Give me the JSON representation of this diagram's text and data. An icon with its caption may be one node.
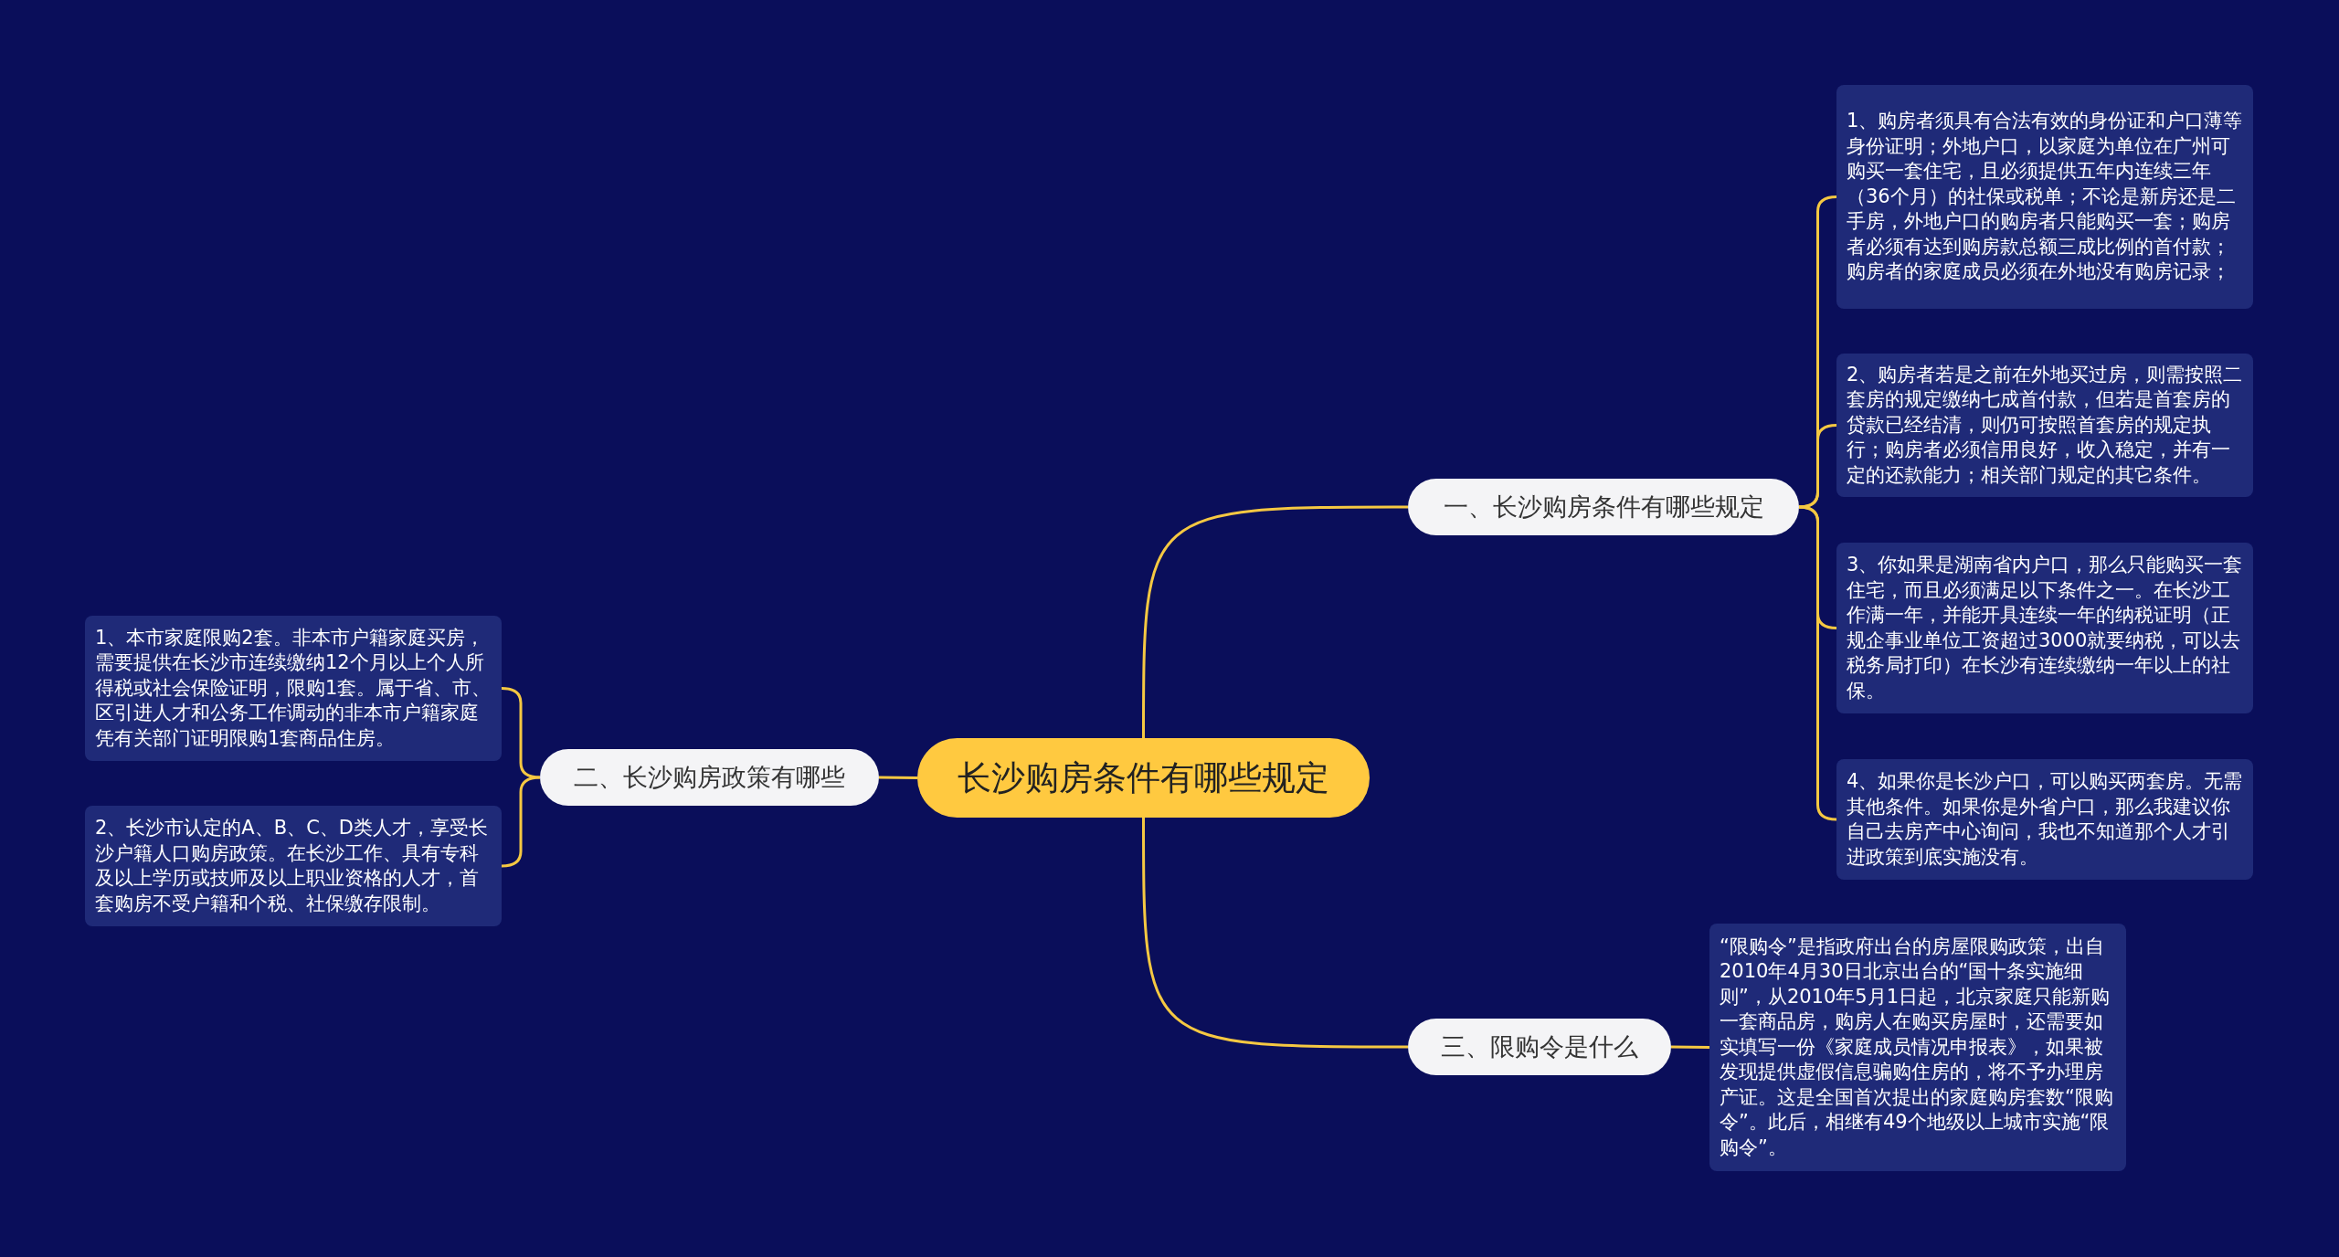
{
  "diagram": {
    "nodes": [
      {
        "text": [
          "长沙购房条件有哪些规定"
        ]
      },
      {
        "text": [
          "一、长沙购房条件有哪些规定"
        ]
      },
      {
        "text": [
          "1、购房者须具有合法有效的身份证和户口薄等身份证明；外地户口，以家庭为单位在广州可购买一套住宅，且必须提供五年内连续三年（36个月）的社保或税单；不论是新房还是二手房，外地户口的购房者只能购买一套；购房者必须有达到购房款总额三成比例的首付款；购房者的家庭成员必须在外地没有购房记录；"
        ]
      },
      {
        "text": [
          "2、购房者若是之前在外地买过房，则需按照二套房的规定缴纳七成首付款，但若是首套房的贷款已经结清，则仍可按照首套房的规定执行；购房者必须信用良好，收入稳定，并有一定的还款能力；相关部门规定的其它条件。"
        ]
      },
      {
        "text": [
          "3、你如果是湖南省内户口，那么只能购买一套住宅，而且必须满足以下条件之一。在长沙工作满一年，并能开具连续一年的纳税证明（正规企事业单位工资超过3000就要纳税，可以去税务局打印）在长沙有连续缴纳一年以上的社保。"
        ]
      },
      {
        "text": [
          "4、如果你是长沙户口，可以购买两套房。无需其他条件。如果你是外省户口，那么我建议你自己去房产中心询问，我也不知道那个人才引进政策到底实施没有。"
        ]
      },
      {
        "text": [
          "二、长沙购房政策有哪些"
        ]
      },
      {
        "text": [
          "1、本市家庭限购2套。非本市户籍家庭买房，需要提供在长沙市连续缴纳12个月以上个人所得税或社会保险证明，限购1套。属于省、市、区引进人才和公务工作调动的非本市户籍家庭凭有关部门证明限购1套商品住房。"
        ]
      },
      {
        "text": [
          "2、长沙市认定的A、B、C、D类人才，享受长沙户籍人口购房政策。在长沙工作、具有专科及以上学历或技师及以上职业资格的人才，首套购房不受户籍和个税、社保缴存限制。"
        ]
      },
      {
        "text": [
          "三、限购令是什么"
        ]
      },
      {
        "text": [
          "“限购令”是指政府出台的房屋限购政策，出自2010年4月30日北京出台的“国十条实施细则”，从2010年5月1日起，北京家庭只能新购一套商品房，购房人在购买房屋时，还需要如实填写一份《家庭成员情况申报表》，如果被发现提供虚假信息骗购住房的，将不予办理房产证。这是全国首次提出的家庭购房套数“限购令”。此后，相继有49个地级以上城市实施“限购令”。"
        ]
      }
    ],
    "edges": [
      {
        "from": 0,
        "to": 1,
        "arrow": "none"
      },
      {
        "from": 1,
        "to": 2,
        "arrow": "none"
      },
      {
        "from": 1,
        "to": 3,
        "arrow": "none"
      },
      {
        "from": 1,
        "to": 4,
        "arrow": "none"
      },
      {
        "from": 1,
        "to": 5,
        "arrow": "none"
      },
      {
        "from": 0,
        "to": 6,
        "arrow": "none"
      },
      {
        "from": 6,
        "to": 7,
        "arrow": "none"
      },
      {
        "from": 6,
        "to": 8,
        "arrow": "none"
      },
      {
        "from": 0,
        "to": 9,
        "arrow": "none"
      },
      {
        "from": 9,
        "to": 10,
        "arrow": "none"
      }
    ]
  }
}
